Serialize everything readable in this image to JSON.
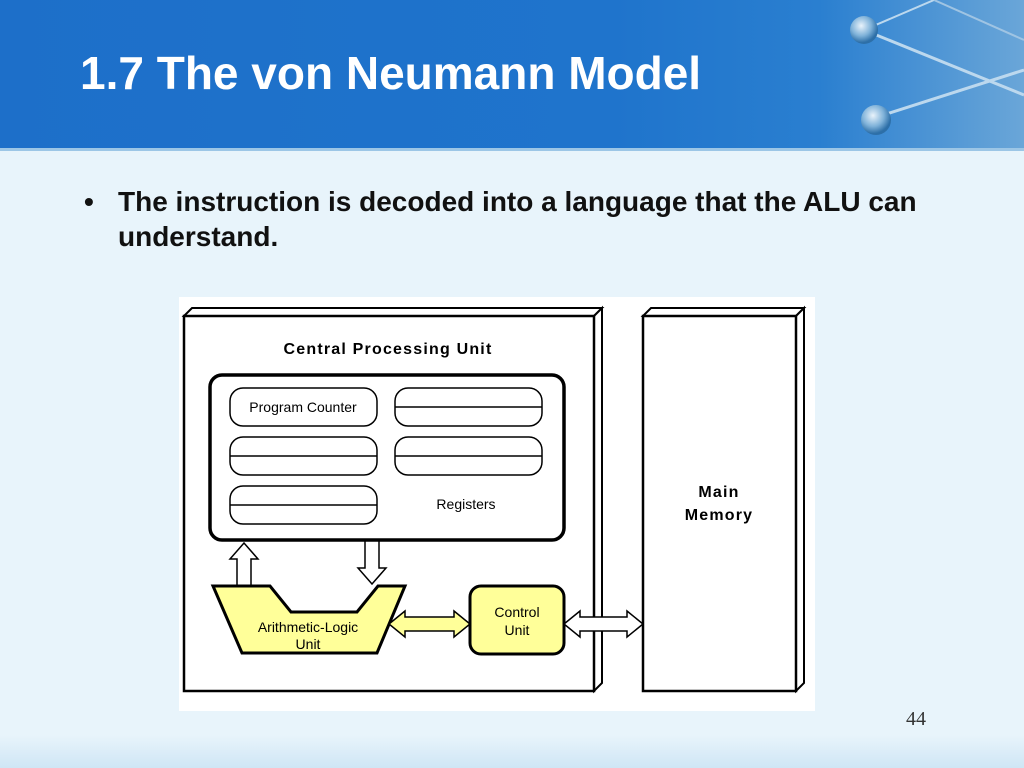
{
  "slide": {
    "title": "1.7 The von Neumann Model",
    "bullet_symbol": "•",
    "bullet_text": "The instruction is decoded into a language that the ALU can understand.",
    "slide_number": "44"
  },
  "diagram": {
    "cpu_label": "Central Processing Unit",
    "program_counter": "Program Counter",
    "registers_label": "Registers",
    "alu_line1": "Arithmetic-Logic",
    "alu_line2": "Unit",
    "control_line1": "Control",
    "control_line2": "Unit",
    "memory_line1": "Main",
    "memory_line2": "Memory"
  },
  "colors": {
    "header_blue": "#1f72ca",
    "unit_fill": "#ffff99",
    "arrow_fill": "#ffff99"
  }
}
